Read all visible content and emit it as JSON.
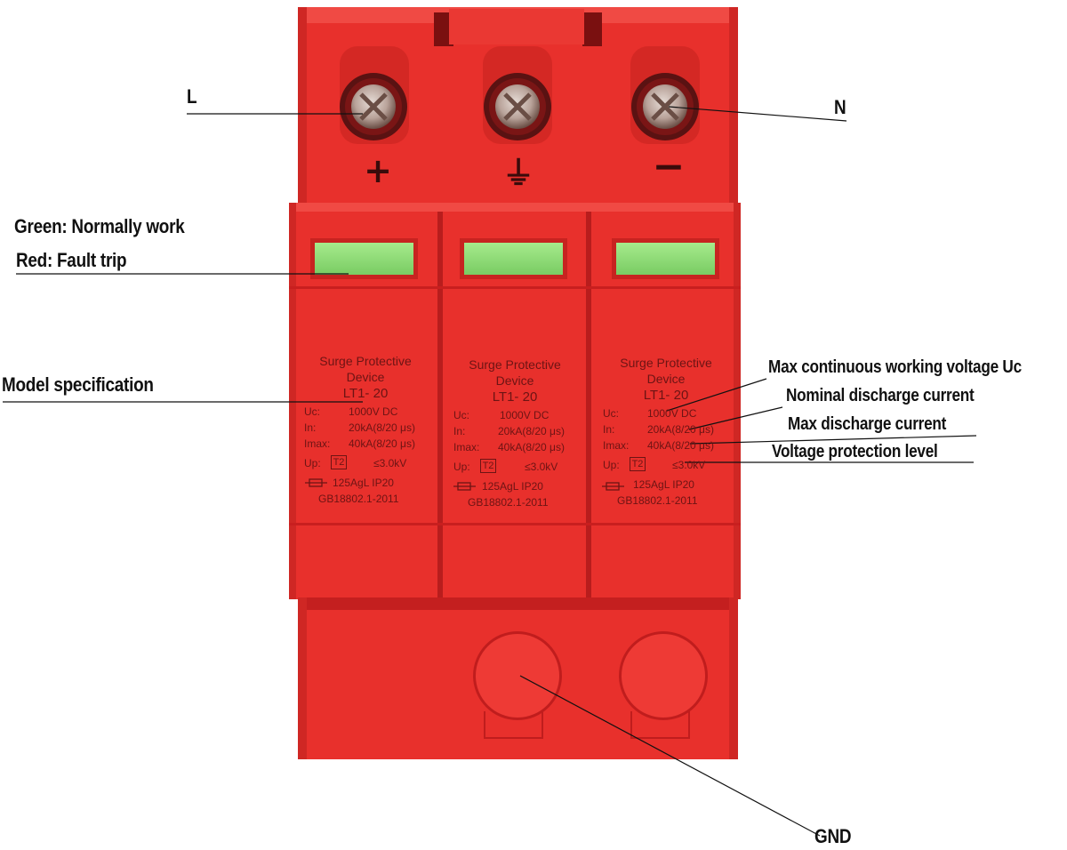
{
  "callouts": {
    "L": "L",
    "N": "N",
    "green": "Green: Normally work",
    "red": "Red: Fault trip",
    "model": "Model specification",
    "max_uc": "Max continuous working voltage Uc",
    "nominal": "Nominal discharge current",
    "max_discharge": "Max discharge current",
    "up_level": "Voltage protection level",
    "gnd": "GND"
  },
  "terminals": {
    "left": "+",
    "middle": "⏚",
    "right": "−"
  },
  "module": {
    "title_line1": "Surge Protective",
    "title_line2": "Device",
    "model": "LT1- 20",
    "uc_key": "Uc:",
    "uc_val": "1000V DC",
    "in_key": "In:",
    "in_val": "20kA(8/20 μs)",
    "imax_key": "Imax:",
    "imax_val": "40kA(8/20 μs)",
    "up_key": "Up:",
    "up_class": "T2",
    "up_val": "≤3.0kV",
    "fuse": "125AgL IP20",
    "standard": "GB18802.1-2011"
  },
  "colors": {
    "housing": "#e8302c",
    "housing_dark": "#c41f1f",
    "indicator": "#8fe07a",
    "text": "#6d1414"
  }
}
